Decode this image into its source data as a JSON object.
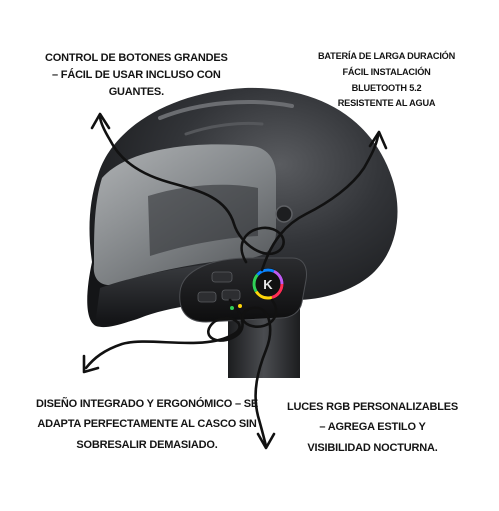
{
  "callouts": {
    "top_left": {
      "lines": [
        "Control de botones grandes",
        "– fácil de usar incluso con",
        "guantes."
      ]
    },
    "top_right": {
      "lines": [
        "Batería de larga duración",
        "Fácil instalación",
        "Bluetooth 5.2",
        "Resistente al agua"
      ]
    },
    "bottom_left": {
      "lines": [
        "Diseño integrado y ergonómico – se",
        "adapta perfectamente al casco sin",
        "sobresalir demasiado."
      ]
    },
    "bottom_right": {
      "lines": [
        "Luces RGB personalizables",
        "– agrega estilo y",
        "visibilidad nocturna."
      ]
    }
  },
  "device": {
    "logo_text": "K"
  },
  "colors": {
    "helmet": "#2f3033",
    "visor": "#9fa3a6",
    "arrow": "#111111",
    "rgb_ring": [
      "#ff2d55",
      "#ffd60a",
      "#30d158",
      "#0a84ff",
      "#bf5af2"
    ]
  }
}
